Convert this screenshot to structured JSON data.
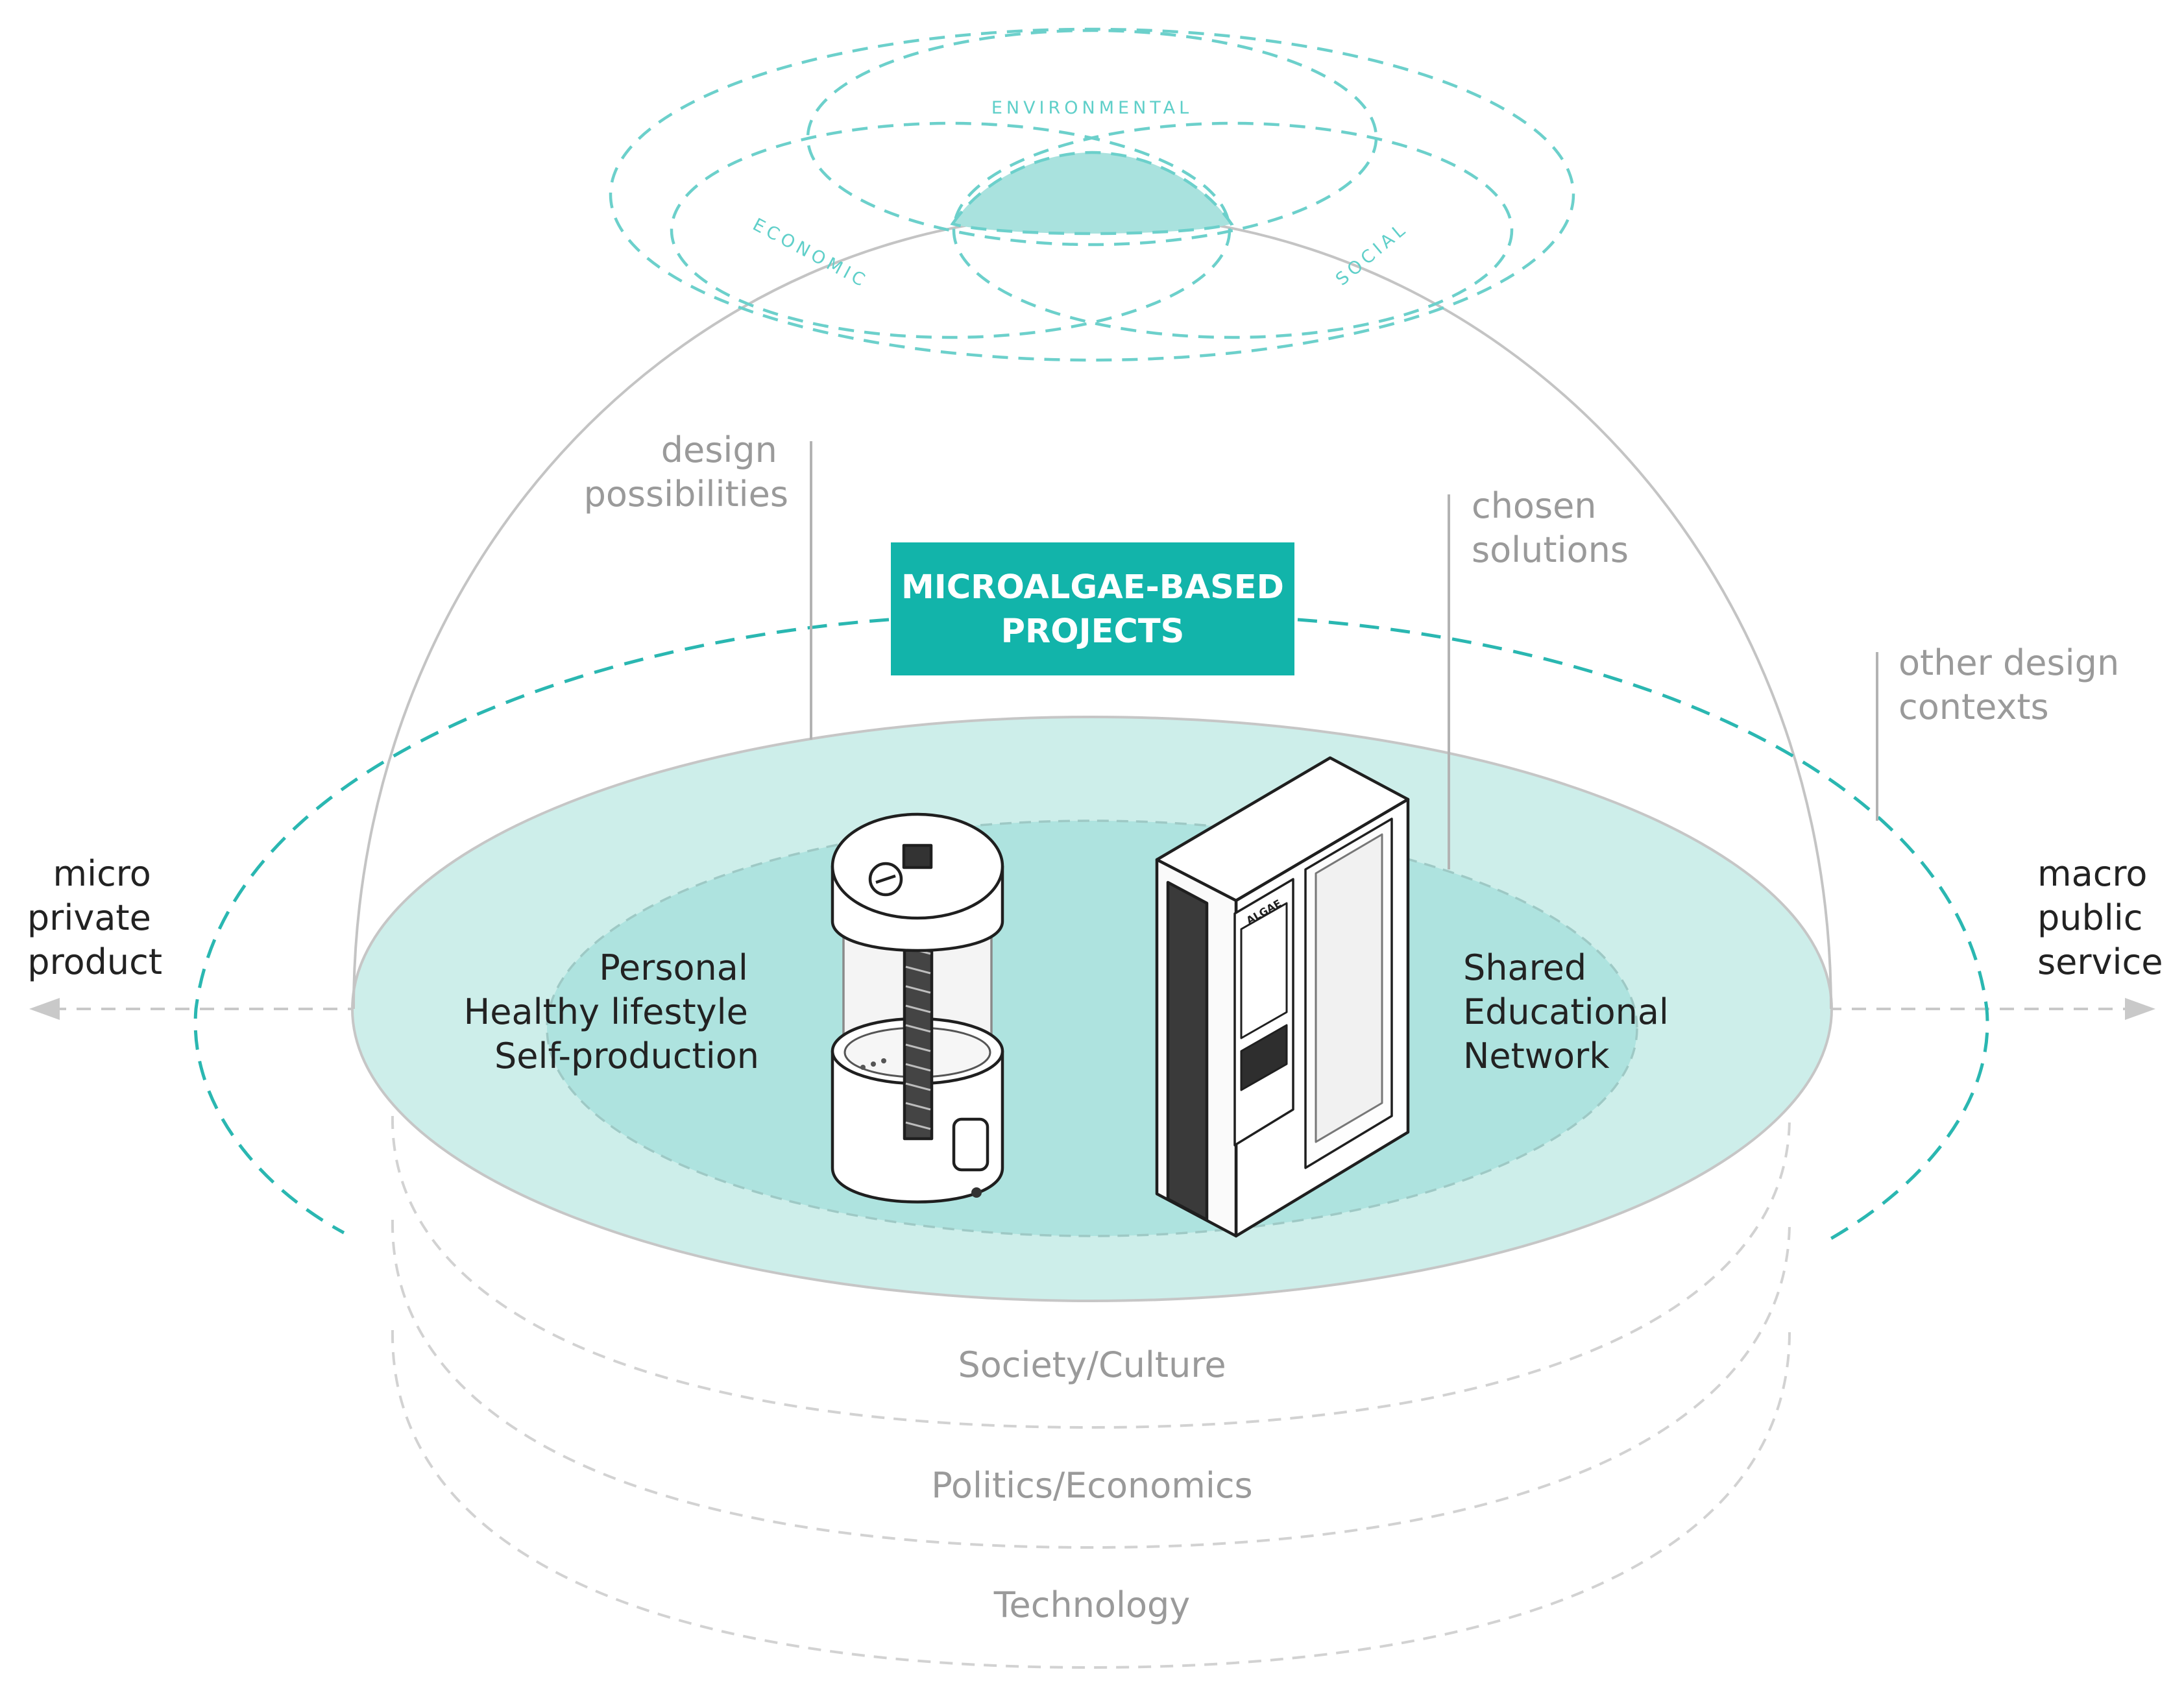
{
  "title_box": {
    "line1": "MICROALGAE-BASED",
    "line2": "PROJECTS"
  },
  "sustainability_pillars": {
    "environmental": "ENVIRONMENTAL",
    "economic": "ECONOMIC",
    "social": "SOCIAL"
  },
  "annotations": {
    "design_possibilities": {
      "line1": "design",
      "line2": "possibilities"
    },
    "chosen_solutions": {
      "line1": "chosen",
      "line2": "solutions"
    },
    "other_design_contexts": {
      "line1": "other design",
      "line2": "contexts"
    }
  },
  "axis": {
    "left": {
      "line1": "micro",
      "line2": "private",
      "line3": "product"
    },
    "right": {
      "line1": "macro",
      "line2": "public",
      "line3": "service"
    }
  },
  "projects": {
    "personal": {
      "line1": "Personal",
      "line2": "Healthy lifestyle",
      "line3": "Self-production"
    },
    "shared": {
      "line1": "Shared",
      "line2": "Educational",
      "line3": "Network"
    }
  },
  "context_layers": [
    "Society/Culture",
    "Politics/Economics",
    "Technology"
  ],
  "colors": {
    "teal": "#12b4aa",
    "teal_dashed": "#2ab7b1",
    "teal_light": "#cdeeea",
    "teal_mid": "#aee3df",
    "pillar_dashed": "#6cd0cb",
    "gray_line": "#c4c4c4",
    "gray_dashed": "#d2d2d2"
  },
  "icons": {
    "personal_device": "cylindrical-photobioreactor-icon",
    "shared_device": "algae-kiosk-icon"
  }
}
